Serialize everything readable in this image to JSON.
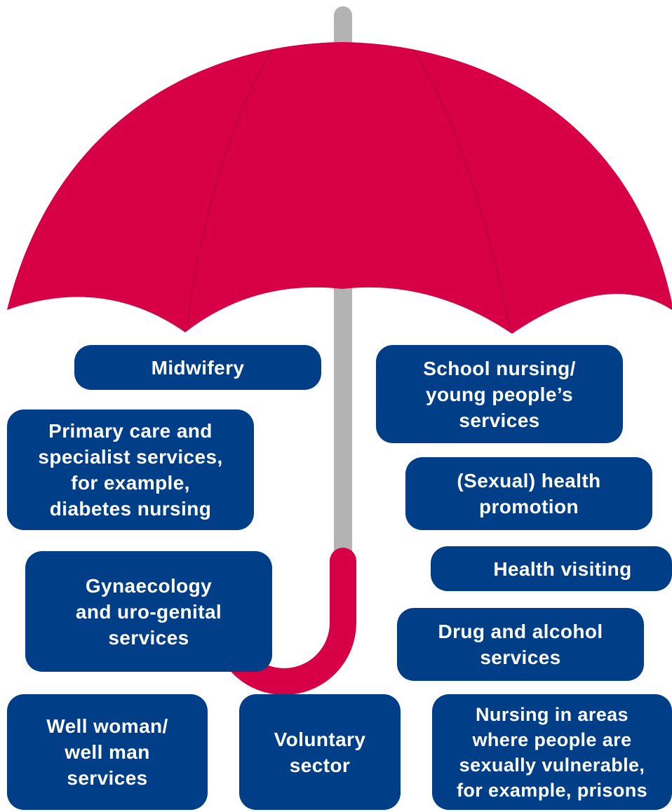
{
  "colors": {
    "canopy": "#d70046",
    "shaft": "#b3b3b3",
    "handle": "#d70046",
    "box_fill": "#003f87",
    "box_text": "#ffffff"
  },
  "services": {
    "midwifery": "Midwifery",
    "primary_care": "Primary care and\nspecialist services,\nfor example,\ndiabetes nursing",
    "gynaecology": "Gynaecology\nand uro-genital\nservices",
    "well_woman": "Well woman/\nwell man\nservices",
    "voluntary": "Voluntary\nsector",
    "school_nursing": "School nursing/\nyoung people’s\nservices",
    "sexual_health": "(Sexual) health\npromotion",
    "health_visiting": "Health visiting",
    "drug_alcohol": "Drug and alcohol\nservices",
    "vulnerable_areas": "Nursing in areas\nwhere people are\nsexually vulnerable,\nfor example, prisons"
  }
}
